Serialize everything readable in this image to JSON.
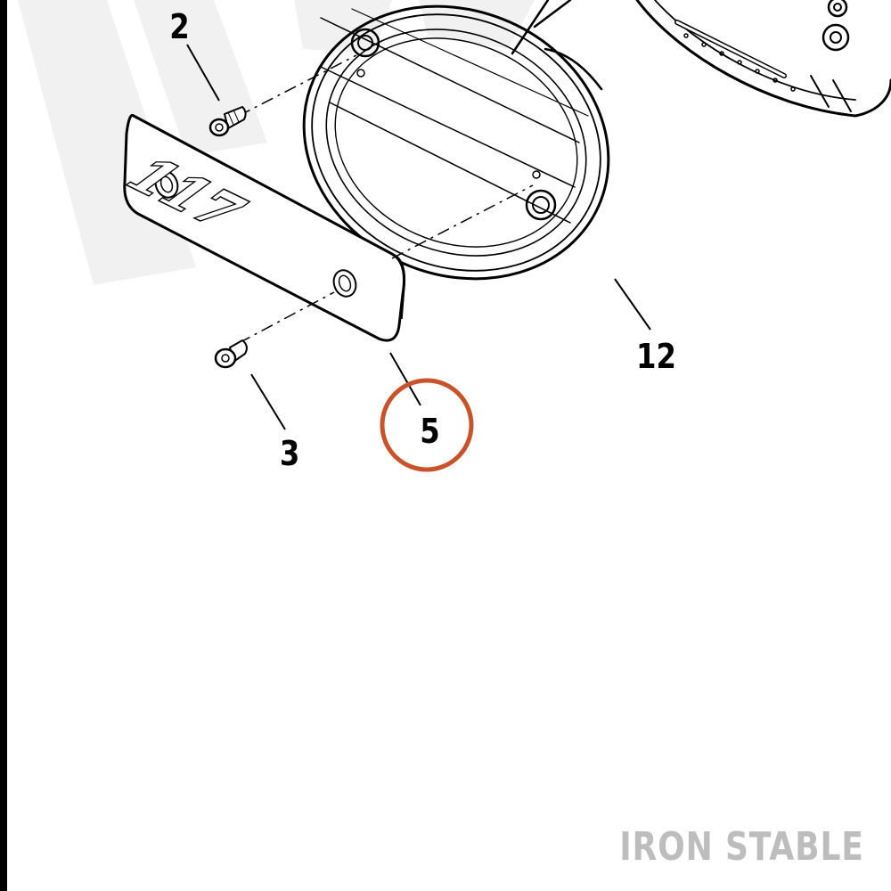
{
  "diagram": {
    "callouts": [
      {
        "id": "2",
        "label": "2"
      },
      {
        "id": "3",
        "label": "3"
      },
      {
        "id": "5",
        "label": "5",
        "highlighted": true
      },
      {
        "id": "12",
        "label": "12"
      }
    ],
    "emblem_text": "117",
    "highlight_color": "#c8532a"
  },
  "watermark": {
    "text": "IRON STABLE",
    "color": "#bdbdbd"
  }
}
